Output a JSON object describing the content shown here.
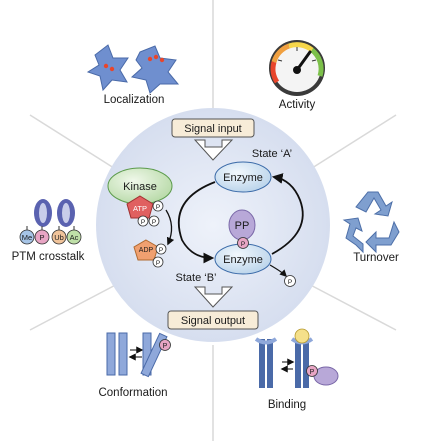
{
  "outer_labels": {
    "localization": "Localization",
    "activity": "Activity",
    "ptm_crosstalk": "PTM crosstalk",
    "turnover": "Turnover",
    "conformation": "Conformation",
    "binding": "Binding"
  },
  "center": {
    "signal_input": "Signal input",
    "signal_output": "Signal output",
    "state_a": "State ‘A’",
    "state_b": "State ‘B’",
    "enzyme_top": "Enzyme",
    "enzyme_bottom": "Enzyme",
    "kinase": "Kinase",
    "atp": "ATP",
    "adp": "ADP",
    "pp": "PP",
    "phospho": "P"
  },
  "ptm_marks": {
    "me": "Me",
    "p": "P",
    "ub": "Ub",
    "ac": "Ac"
  },
  "colors": {
    "center_disc": "#dde4f3",
    "enzyme_fill": "#cfe2f3",
    "kinase_fill": "#cfe7c4",
    "atp_fill": "#e06060",
    "adp_fill": "#f0a070",
    "pp_fill": "#b8a8d8",
    "label_box_fill": "#f7ecd8",
    "recycle": "#7f9fcf",
    "cell": "#6f8fcf"
  }
}
